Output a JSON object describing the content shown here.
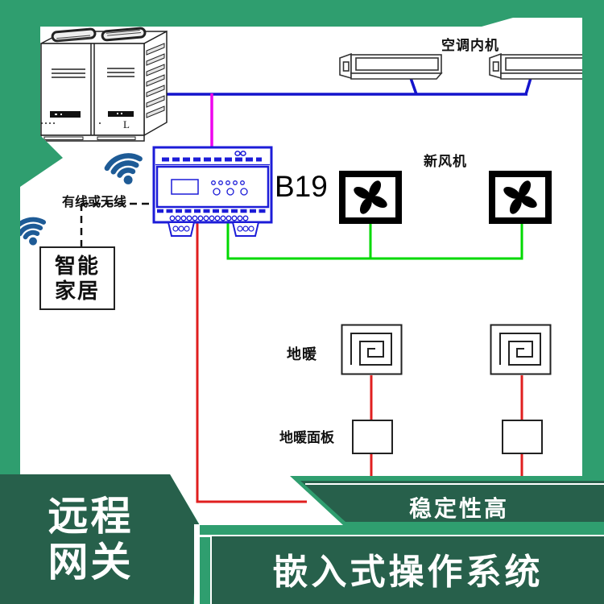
{
  "diagram": {
    "ac_indoor_label": "空调内机",
    "fresh_air_label": "新风机",
    "controller_label": "B19",
    "connection_label": "有线或无线",
    "smart_home": {
      "line1": "智能",
      "line2": "家居"
    },
    "floor_heating_label": "地暖",
    "floor_panel_label": "地暖面板",
    "outdoor_unit_mark": "L"
  },
  "banners": {
    "gateway": {
      "line1": "远程",
      "line2": "网关"
    },
    "stability": "稳定性高",
    "embedded_os": "嵌入式操作系统"
  },
  "colors": {
    "frame_green": "#2f9e6f",
    "block_dark_green": "#27604b",
    "wire_red": "#e01f1f",
    "wire_green": "#00d900",
    "wire_blue": "#1414cc",
    "wire_magenta": "#ee05ee",
    "device_blue": "#1c1cd8",
    "wifi_blue": "#1e5b96",
    "ink_black": "#111111",
    "text_white": "#ffffff"
  },
  "icons": {
    "wifi": "wifi-signal-icon",
    "fan": "fan-pinwheel-icon",
    "coil": "floor-heating-coil-icon"
  }
}
